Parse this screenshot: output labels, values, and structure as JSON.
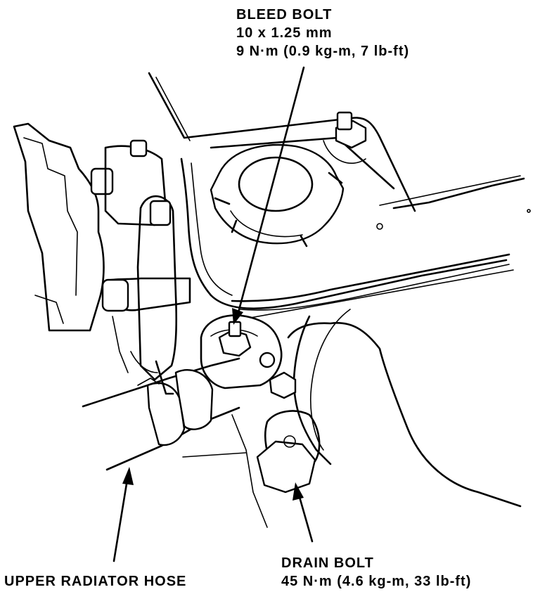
{
  "labels": {
    "bleed_bolt": {
      "name": "BLEED BOLT",
      "size": "10 x 1.25 mm",
      "torque": "9 N·m (0.9 kg-m, 7 lb-ft)"
    },
    "upper_radiator_hose": {
      "name": "UPPER RADIATOR HOSE"
    },
    "drain_bolt": {
      "name": "DRAIN BOLT",
      "torque": "45 N·m (4.6 kg-m, 33 lb-ft)"
    }
  }
}
